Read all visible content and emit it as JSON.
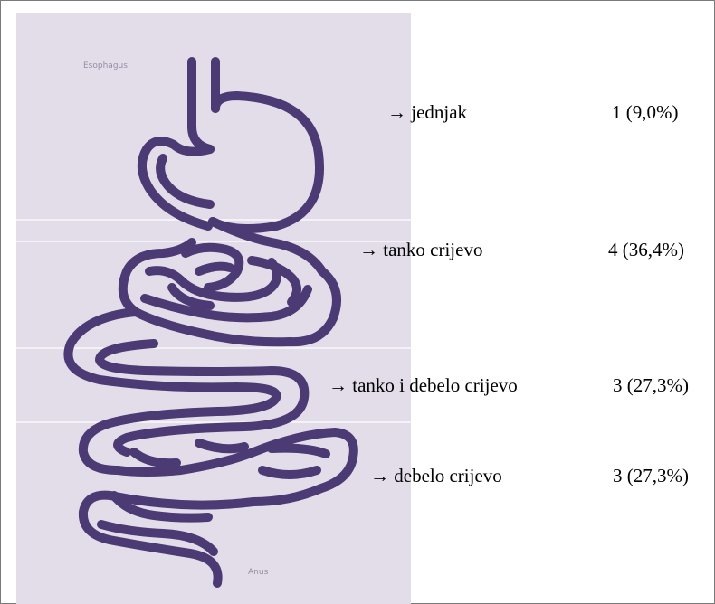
{
  "panel_labels": {
    "top": "Esophagus",
    "bottom": "Anus"
  },
  "colors": {
    "panel": "#e3dde9",
    "tract": "#4b3a73"
  },
  "rows": [
    {
      "label": "→ jednjak",
      "value": "1 (9,0%)"
    },
    {
      "label": "→   tanko crijevo",
      "value": "4 (36,4%)"
    },
    {
      "label": "→ tanko i debelo crijevo",
      "value": "3 (27,3%)"
    },
    {
      "label": "→ debelo crijevo",
      "value": "3 (27,3%)"
    }
  ]
}
